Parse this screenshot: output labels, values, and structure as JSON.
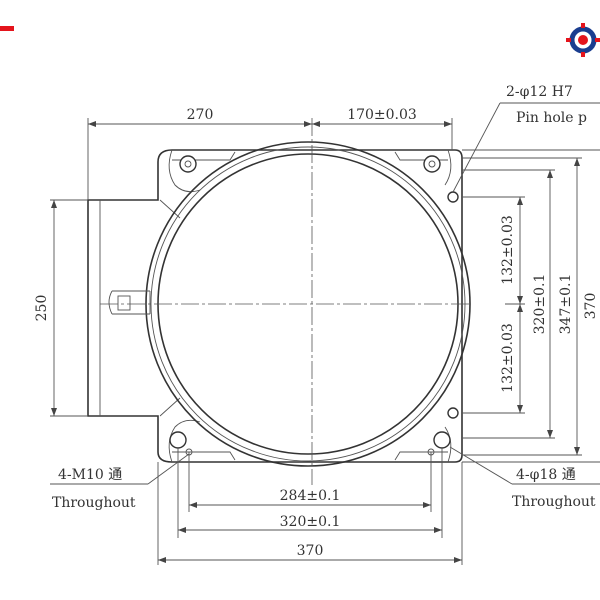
{
  "diagram": {
    "dimensions": {
      "top_left": "270",
      "top_right": "170±0.03",
      "left_height": "250",
      "pin_upper": "132±0.03",
      "pin_lower": "132±0.03",
      "inner_320": "320±0.1",
      "inner_347": "347±0.1",
      "outer_370": "370",
      "bottom_284": "284±0.1",
      "bottom_320": "320±0.1",
      "bottom_370": "370"
    },
    "callouts": {
      "pin_spec": "2-φ12 H7",
      "pin_desc": "Pin hole p",
      "m10_spec": "4-M10 通",
      "m10_desc": "Throughout",
      "bore_spec": "4-φ18 通",
      "bore_desc": "Throughout"
    }
  },
  "colors": {
    "corner_mark": "#e4141c",
    "logo_ring": "#1a3d8f",
    "logo_gear": "#e4141c"
  },
  "icons": {
    "corner_mark": "red-corner-mark",
    "logo": "company-gear-logo"
  }
}
